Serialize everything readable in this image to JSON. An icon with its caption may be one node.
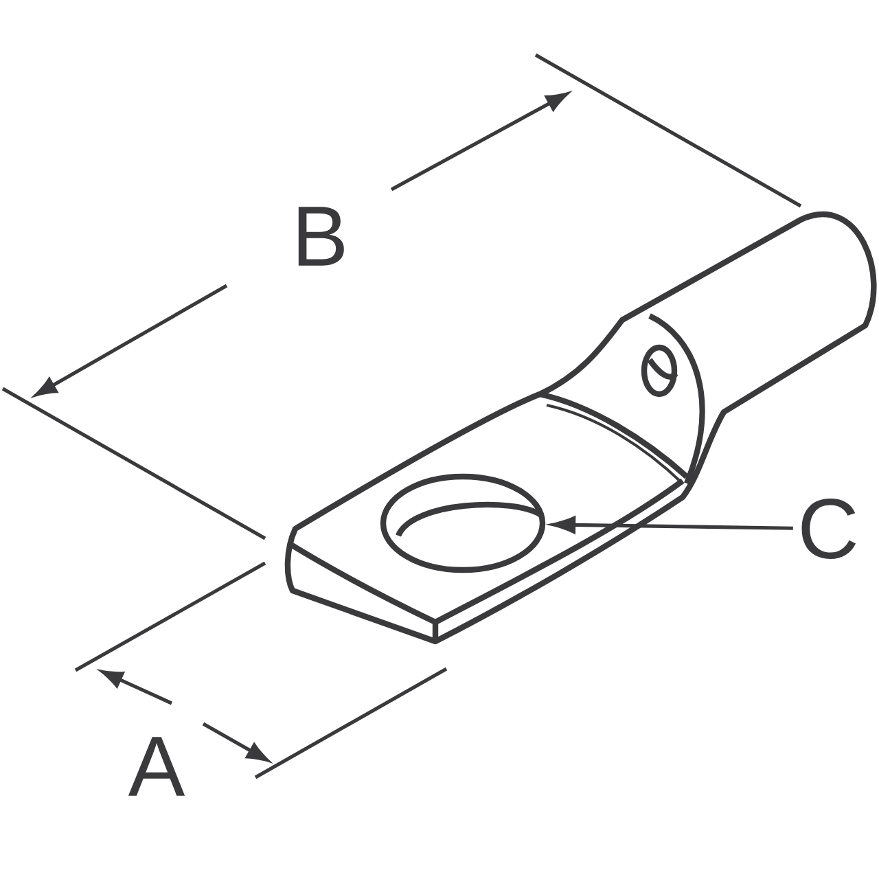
{
  "diagram": {
    "nodes": [
      {
        "text": [
          "C"
        ]
      },
      {
        "text": [],
        "shape": "circle"
      }
    ],
    "edges": [
      {
        "from": 0,
        "to": 1,
        "arrow": "to"
      }
    ],
    "labels": [
      "B",
      "A"
    ]
  }
}
